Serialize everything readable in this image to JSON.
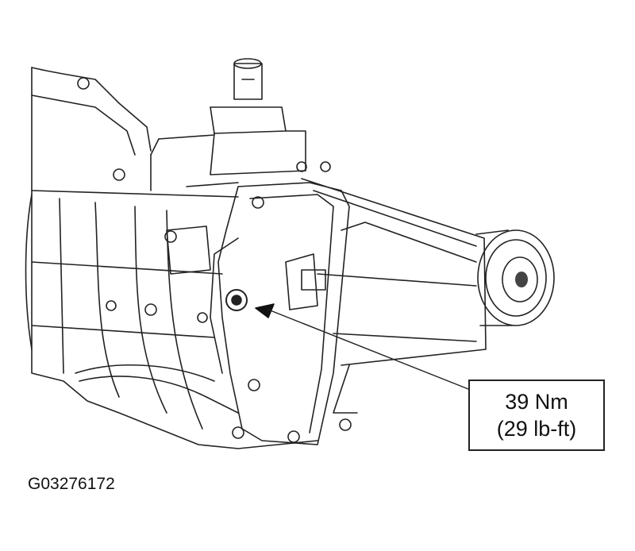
{
  "illustration": {
    "subject": "transmission-assembly",
    "icon": "bolt-pointer-arrow"
  },
  "callout": {
    "line1": "39 Nm",
    "line2": "(29 lb-ft)"
  },
  "figure_id": "G03276172",
  "colors": {
    "ink": "#111111",
    "background": "#ffffff"
  }
}
